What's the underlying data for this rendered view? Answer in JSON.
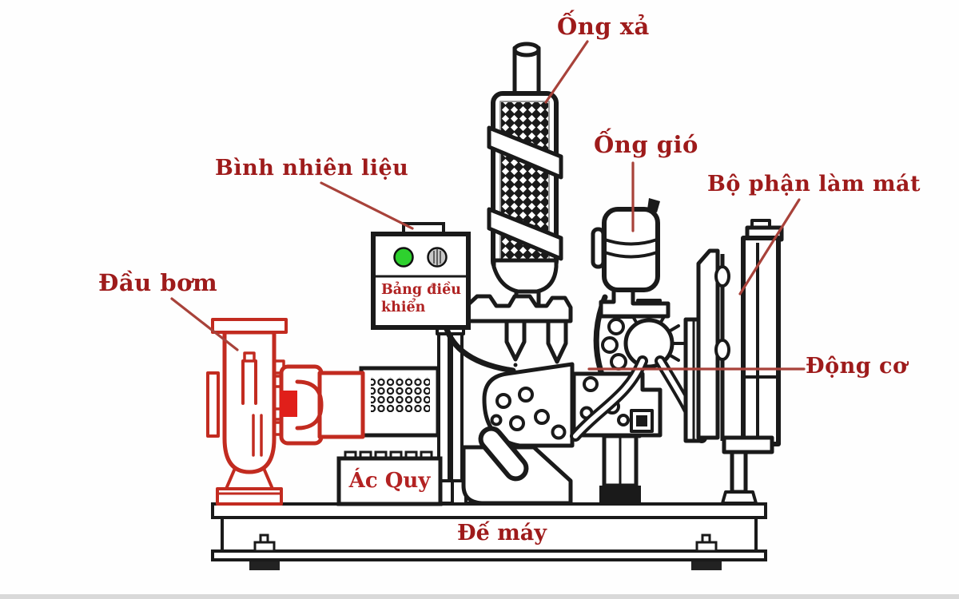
{
  "diagram": {
    "title_implicit": "",
    "labels": {
      "exhaust_pipe": "Ống xả",
      "air_pipe": "Ống gió",
      "cooling_unit": "Bộ phận làm mát",
      "fuel_tank": "Bình nhiên liệu",
      "pump_head": "Đầu bơm",
      "control_panel": "Bảng điều khiển",
      "engine": "Động cơ",
      "battery": "Ác Quy",
      "machine_base": "Đế máy"
    },
    "colors": {
      "label_text": "#9e1b1b",
      "leader_line": "#a8423a",
      "pump_outline": "#c22b20",
      "pump_fill": "#e01f1a",
      "line_art": "#1a1a1a",
      "indicator_green": "#2ed12e",
      "knob_gray": "#c8c8c8"
    }
  }
}
